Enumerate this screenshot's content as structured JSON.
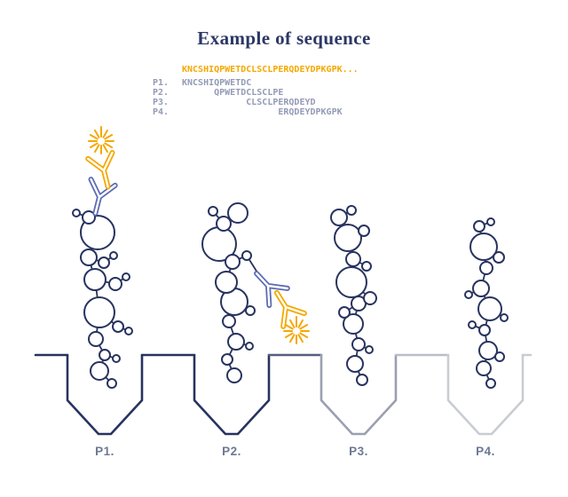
{
  "title": "Example of sequence",
  "sequence": {
    "full": "KNCSHIQPWETDCLSCLPERQDEYDPKGPK...",
    "peptides": [
      {
        "label": "P1.",
        "seq": "KNCSHIQPWETDC"
      },
      {
        "label": "P2.",
        "seq": "QPWETDCLSCLPE"
      },
      {
        "label": "P3.",
        "seq": "CLSCLPERQDEYD"
      },
      {
        "label": "P4.",
        "seq": "ERQDEYDPKGPK"
      }
    ]
  },
  "wells": [
    {
      "label": "P1."
    },
    {
      "label": "P2."
    },
    {
      "label": "P3."
    },
    {
      "label": "P4."
    }
  ],
  "colors": {
    "title": "#2c3766",
    "navy": "#28335f",
    "muted": "#939bb5",
    "label_muted": "#6f7894",
    "yellow": "#f5a800",
    "antibody_blue": "#5d6db5",
    "well_gray": "#c9ccd3"
  }
}
